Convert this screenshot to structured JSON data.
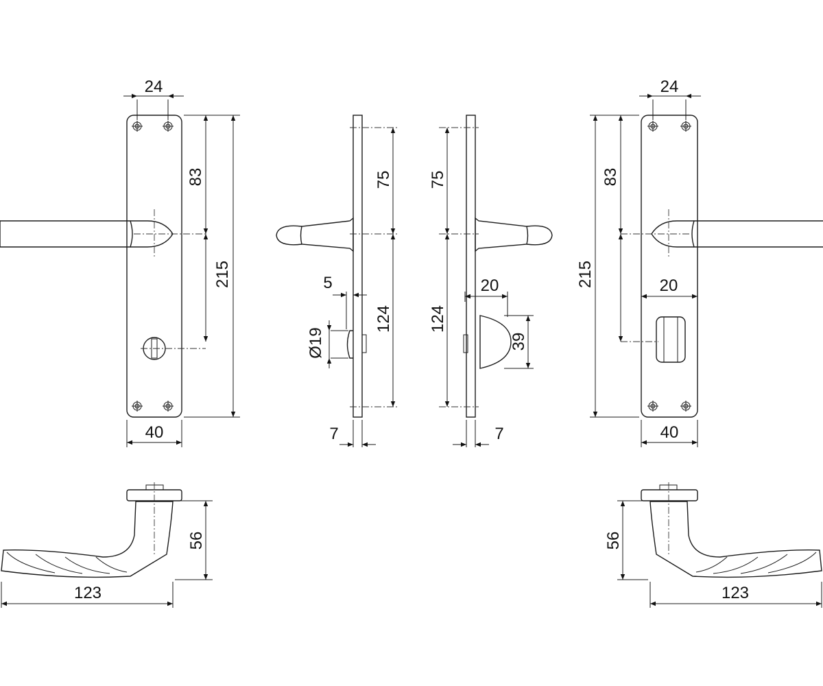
{
  "left_front_view": {
    "pitch": "24",
    "height_to_lever": "83",
    "total_height": "215",
    "width": "40"
  },
  "left_side_view": {
    "lever_offset": "75",
    "lever_to_bottom": "124",
    "knob_offset": "5",
    "knob_diameter": "Ø19",
    "plate_depth": "7"
  },
  "right_side_view": {
    "lever_offset": "75",
    "lever_to_bottom": "124",
    "turn_width": "20",
    "turn_height": "39",
    "plate_depth": "7"
  },
  "right_front_view": {
    "pitch": "24",
    "height_to_lever": "83",
    "total_height": "215",
    "turn_width": "20",
    "width": "40"
  },
  "left_handle_view": {
    "height": "56",
    "length": "123"
  },
  "right_handle_view": {
    "height": "56",
    "length": "123"
  }
}
